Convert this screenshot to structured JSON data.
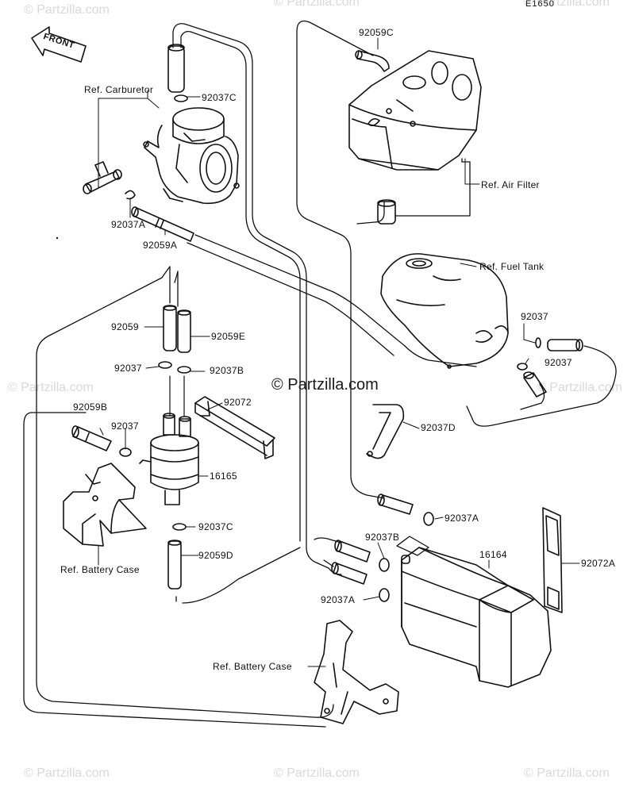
{
  "diagram_code": "E1650",
  "front_arrow": "FRONT",
  "watermarks": {
    "corner": "© Partzilla.com",
    "center": "© Partzilla.com"
  },
  "labels": {
    "p92059C": "92059C",
    "ref_carburetor": "Ref. Carburetor",
    "p92037C_top": "92037C",
    "ref_air_filter": "Ref. Air Filter",
    "p92037A_left": "92037A",
    "p92059A": "92059A",
    "ref_fuel_tank": "Ref. Fuel Tank",
    "p92059": "92059",
    "p92059E": "92059E",
    "p92037_tank_upper": "92037",
    "p92037_tank_lower": "92037",
    "p92037_mid": "92037",
    "p92037B_mid": "92037B",
    "p92072": "92072",
    "p92059B": "92059B",
    "p92037_clamp": "92037",
    "p92037D": "92037D",
    "p16165": "16165",
    "p92037A_right": "92037A",
    "p92037C_low": "92037C",
    "p92037B_low": "92037B",
    "p16164": "16164",
    "p92072A": "92072A",
    "p92059D": "92059D",
    "ref_battery_case_left": "Ref. Battery Case",
    "p92037A_bottom": "92037A",
    "ref_battery_case_bottom": "Ref. Battery Case"
  }
}
